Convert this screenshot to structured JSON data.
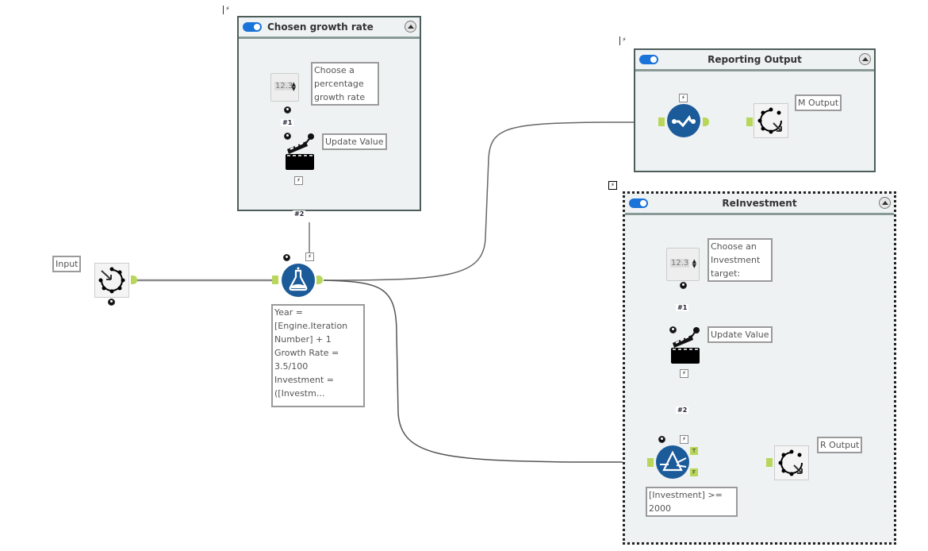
{
  "canvas": {
    "accent_color": "#1c5b9a",
    "anchor_color": "#b7d65a",
    "toggle_color": "#1a73d9"
  },
  "containers": [
    {
      "id": "growth",
      "title": "Chosen growth rate",
      "enabled": true,
      "numeric_up_down": {
        "value": "12.3"
      },
      "numeric_annotation": "Choose a\npercentage\ngrowth rate",
      "connection_label_1": "#1",
      "action_annotation": "Update Value",
      "connection_label_2": "#2"
    },
    {
      "id": "reporting",
      "title": "Reporting Output",
      "enabled": true,
      "macro_output_annotation": "M Output"
    },
    {
      "id": "reinvestment",
      "title": "ReInvestment",
      "enabled": true,
      "selected": true,
      "numeric_up_down": {
        "value": "12.3"
      },
      "numeric_annotation": "Choose an\nInvestment\ntarget:",
      "connection_label_1": "#1",
      "action_annotation": "Update Value",
      "connection_label_2": "#2",
      "filter_annotation": "[Investment] >=\n2000",
      "filter_anchor_true": "T",
      "filter_anchor_false": "F",
      "macro_output_annotation": "R Output"
    }
  ],
  "tools": {
    "input": {
      "annotation": "Input"
    },
    "formula": {
      "annotation": "Year =\n[Engine.Iteration\nNumber] + 1\nGrowth Rate =\n3.5/100\nInvestment =\n([Investm..."
    }
  },
  "question_glyph": "⚡"
}
